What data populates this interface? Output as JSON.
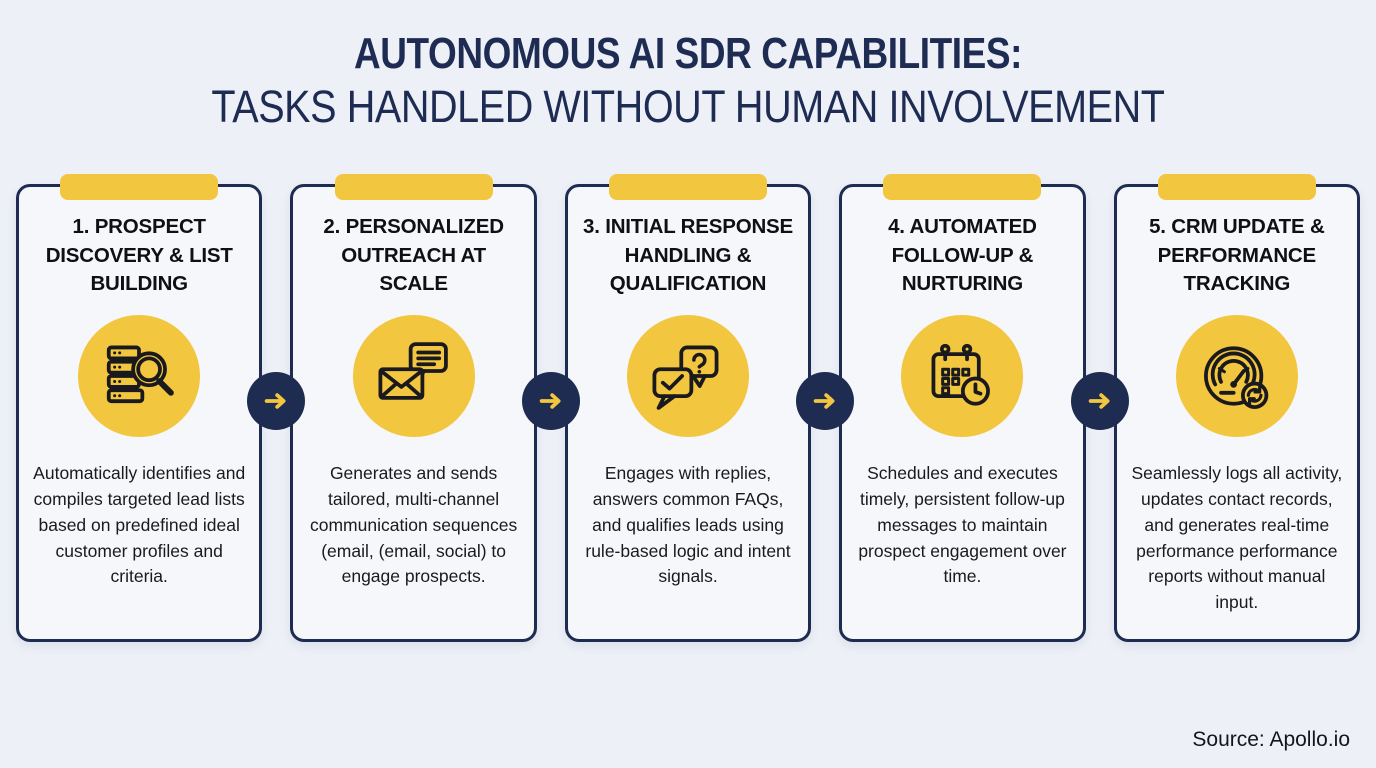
{
  "page": {
    "title_line1": "AUTONOMOUS AI SDR CAPABILITIES:",
    "title_line2": "TASKS HANDLED WITHOUT HUMAN INVOLVEMENT",
    "source": "Source: Apollo.io"
  },
  "colors": {
    "background": "#edf0f7",
    "card_background": "#f5f7fb",
    "navy": "#1d2c50",
    "yellow": "#f3c63f",
    "title_text": "#1e2b52",
    "body_text": "#1a1a1e"
  },
  "cards": [
    {
      "title": "1. PROSPECT DISCOVERY & LIST BUILDING",
      "icon": "database-search-icon",
      "description": "Automatically identifies and compiles targeted lead lists based on predefined ideal customer profiles and criteria."
    },
    {
      "title": "2. PERSONALIZED OUTREACH AT SCALE",
      "icon": "envelope-message-icon",
      "description": "Generates and sends tailored, multi-channel communication sequences (email, (email, social) to engage prospects."
    },
    {
      "title": "3. INITIAL RESPONSE HANDLING & QUALIFICATION",
      "icon": "chat-check-question-icon",
      "description": "Engages with replies, answers common FAQs, and qualifies leads using rule-based logic and intent signals."
    },
    {
      "title": "4. AUTOMATED FOLLOW-UP & NURTURING",
      "icon": "calendar-clock-icon",
      "description": "Schedules and executes timely, persistent follow-up messages to maintain prospect engagement over time."
    },
    {
      "title": "5. CRM UPDATE & PERFORMANCE TRACKING",
      "icon": "gauge-sync-icon",
      "description": "Seamlessly logs all activity, updates contact records, and generates real-time performance performance reports without manual input."
    }
  ]
}
